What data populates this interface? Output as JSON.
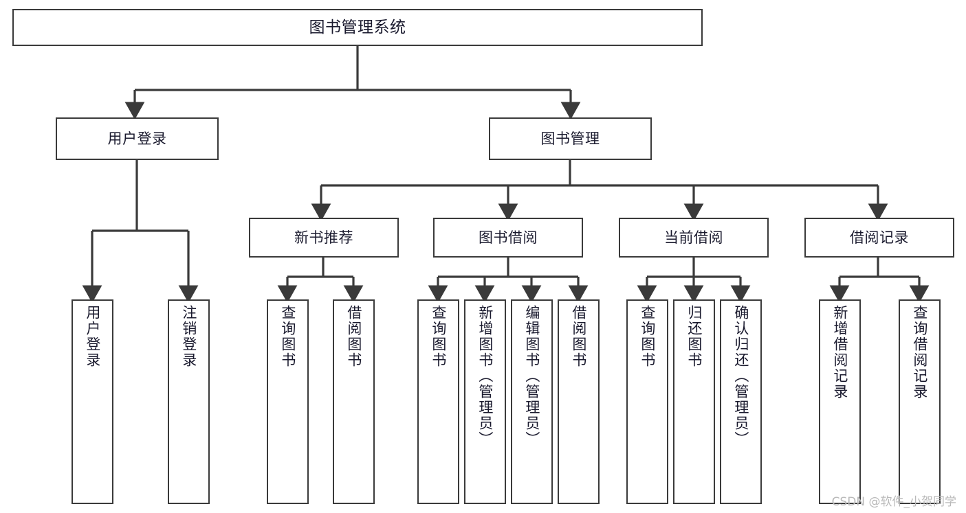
{
  "diagram": {
    "title": "图书管理系统",
    "watermark": "CSDN @软件_小贺同学",
    "stroke_color": "#3a3a3a",
    "text_color": "#1a1a2e",
    "background": "#ffffff",
    "nodes": {
      "root": "图书管理系统",
      "user_login": "用户登录",
      "book_manage": "图书管理",
      "new_book_rec": "新书推荐",
      "book_borrow": "图书借阅",
      "current_borrow": "当前借阅",
      "borrow_record": "借阅记录",
      "leaf_user_login": "用户登录",
      "leaf_user_logout": "注销登录",
      "leaf_rec_query": "查询图书",
      "leaf_rec_borrow": "借阅图书",
      "leaf_borrow_query": "查询图书",
      "leaf_borrow_add": "新增图书（管理员）",
      "leaf_borrow_edit": "编辑图书（管理员）",
      "leaf_borrow_borrow": "借阅图书",
      "leaf_cur_query": "查询图书",
      "leaf_cur_return": "归还图书",
      "leaf_cur_confirm": "确认归还（管理员）",
      "leaf_rec_add": "新增借阅记录",
      "leaf_rec_query_rec": "查询借阅记录"
    }
  }
}
